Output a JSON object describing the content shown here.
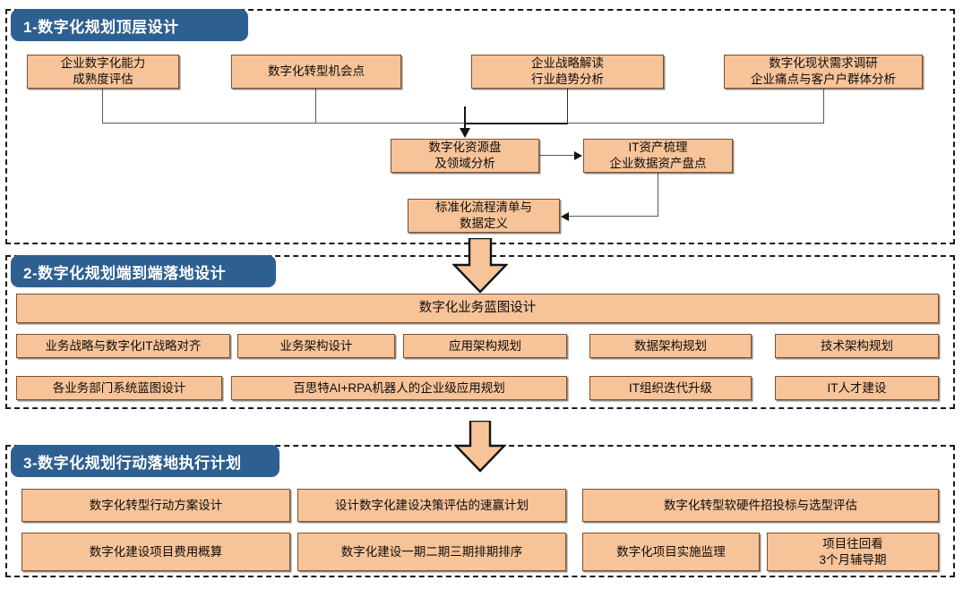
{
  "meta": {
    "colors": {
      "header_blue": "#2e5f91",
      "box_fill": "#f7c398",
      "box_border": "#7a5130",
      "frame_dash": "#1a1a1a",
      "connector": "#595959"
    }
  },
  "sections": [
    {
      "id": "top-design",
      "header": "1-数字化规划顶层设计",
      "row1": [
        {
          "lines": [
            "企业数字化能力",
            "成熟度评估"
          ]
        },
        {
          "lines": [
            "数字化转型机会点"
          ]
        },
        {
          "lines": [
            "企业战略解读",
            "行业趋势分析"
          ]
        },
        {
          "lines": [
            "数字化现状需求调研",
            "企业痛点与客户户群体分析"
          ]
        }
      ],
      "row2": [
        {
          "lines": [
            "数字化资源盘",
            "及领域分析"
          ]
        },
        {
          "lines": [
            "IT资产梳理",
            "企业数据资产盘点"
          ]
        }
      ],
      "row3": [
        {
          "lines": [
            "标准化流程清单与",
            "数据定义"
          ]
        }
      ]
    },
    {
      "id": "end-to-end",
      "header": "2-数字化规划端到端落地设计",
      "banner": {
        "lines": [
          "数字化业务蓝图设计"
        ]
      },
      "row1": [
        {
          "lines": [
            "业务战略与数字化IT战略对齐"
          ]
        },
        {
          "lines": [
            "业务架构设计"
          ]
        },
        {
          "lines": [
            "应用架构规划"
          ]
        },
        {
          "lines": [
            "数据架构规划"
          ]
        },
        {
          "lines": [
            "技术架构规划"
          ]
        }
      ],
      "row2": [
        {
          "lines": [
            "各业务部门系统蓝图设计"
          ]
        },
        {
          "lines": [
            "百思特AI+RPA机器人的企业级应用规划"
          ]
        },
        {
          "lines": [
            "IT组织迭代升级"
          ]
        },
        {
          "lines": [
            "IT人才建设"
          ]
        }
      ]
    },
    {
      "id": "action-plan",
      "header": "3-数字化规划行动落地执行计划",
      "row1": [
        {
          "lines": [
            "数字化转型行动方案设计"
          ]
        },
        {
          "lines": [
            "设计数字化建设决策评估的速赢计划"
          ]
        },
        {
          "lines": [
            "数字化转型软硬件招投标与选型评估"
          ]
        }
      ],
      "row2": [
        {
          "lines": [
            "数字化建设项目费用概算"
          ]
        },
        {
          "lines": [
            "数字化建设一期二期三期排期排序"
          ]
        },
        {
          "lines": [
            "数字化项目实施监理"
          ]
        },
        {
          "lines": [
            "项目往回看",
            "3个月辅导期"
          ]
        }
      ]
    }
  ],
  "flow_arrows": [
    {
      "name": "arrow-section1-to-section2"
    },
    {
      "name": "arrow-section2-to-section3"
    }
  ]
}
